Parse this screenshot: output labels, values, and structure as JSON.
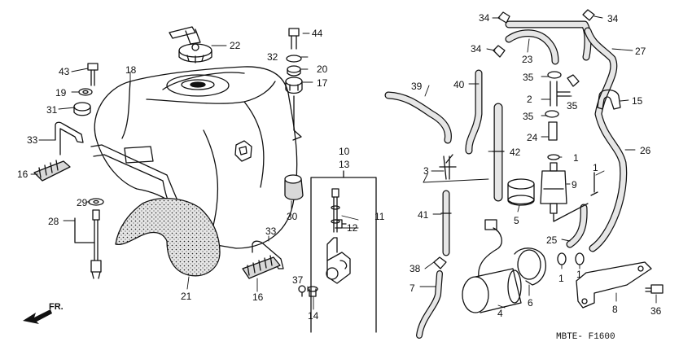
{
  "diagram_code": "MBTE- F1600",
  "direction_label": "FR.",
  "colors": {
    "ink": "#111111",
    "paper": "#ffffff",
    "fill": "#d8d8d8"
  },
  "parts": {
    "p1": "1",
    "p2": "2",
    "p3": "3",
    "p4": "4",
    "p5": "5",
    "p6": "6",
    "p7": "7",
    "p8": "8",
    "p9": "9",
    "p10": "10",
    "p11": "11",
    "p12": "12",
    "p13": "13",
    "p14": "14",
    "p15": "15",
    "p16": "16",
    "p17": "17",
    "p18": "18",
    "p19": "19",
    "p20": "20",
    "p21": "21",
    "p22": "22",
    "p23": "23",
    "p24": "24",
    "p25": "25",
    "p26": "26",
    "p27": "27",
    "p28": "28",
    "p29": "29",
    "p30": "30",
    "p31": "31",
    "p32": "32",
    "p33": "33",
    "p34": "34",
    "p35": "35",
    "p36": "36",
    "p37": "37",
    "p38": "38",
    "p39": "39",
    "p40": "40",
    "p41": "41",
    "p42": "42",
    "p43": "43",
    "p44": "44"
  }
}
